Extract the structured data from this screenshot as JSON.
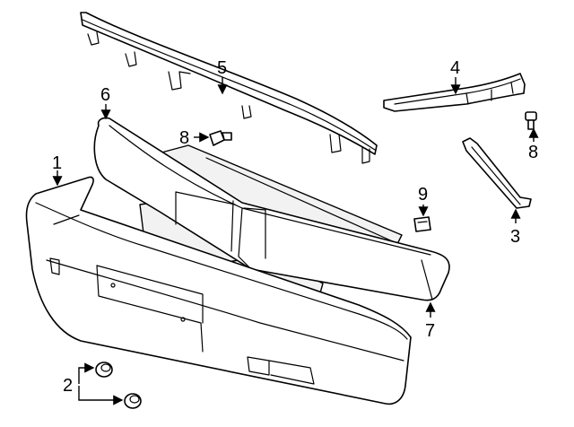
{
  "diagram": {
    "callouts": [
      {
        "id": "c1",
        "label": "1"
      },
      {
        "id": "c2",
        "label": "2"
      },
      {
        "id": "c3",
        "label": "3"
      },
      {
        "id": "c4",
        "label": "4"
      },
      {
        "id": "c5",
        "label": "5"
      },
      {
        "id": "c6",
        "label": "6"
      },
      {
        "id": "c7",
        "label": "7"
      },
      {
        "id": "c8a",
        "label": "8"
      },
      {
        "id": "c8b",
        "label": "8"
      },
      {
        "id": "c9",
        "label": "9"
      }
    ]
  }
}
